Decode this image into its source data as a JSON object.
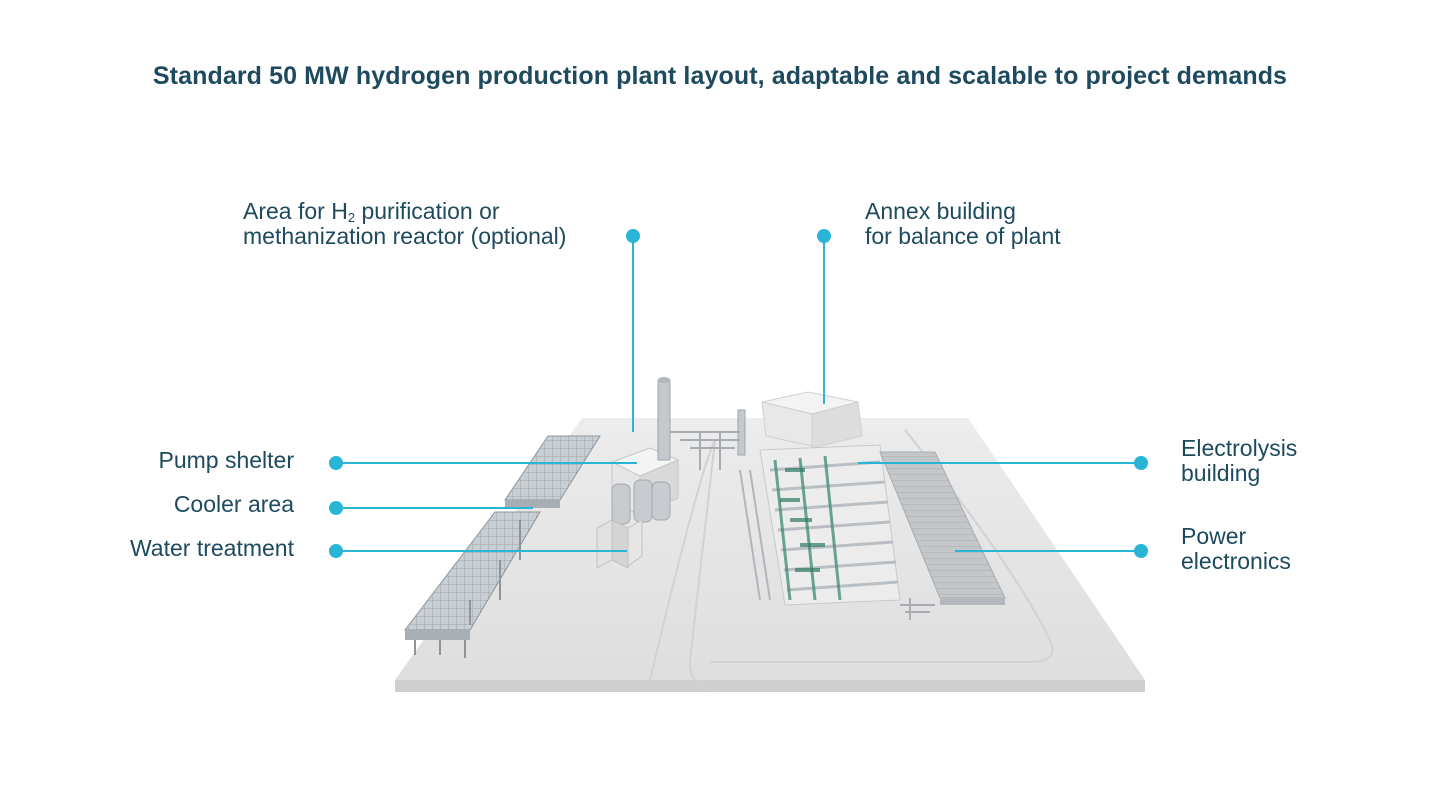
{
  "title": "Standard 50 MW hydrogen production plant layout, adaptable and scalable to project demands",
  "colors": {
    "title": "#1d4a5e",
    "label_text": "#1d4a5e",
    "callout_accent": "#29b5d6",
    "ground": "#e4e4e4"
  },
  "callouts": {
    "purification": {
      "line1_prefix": "Area for H",
      "line1_subscript": "2",
      "line1_suffix": " purification or",
      "line2": "methanization reactor (optional)"
    },
    "annex": {
      "line1": "Annex building",
      "line2": "for balance of plant"
    },
    "pump_shelter": "Pump shelter",
    "cooler_area": "Cooler area",
    "water_treatment": "Water treatment",
    "electrolysis": {
      "line1": "Electrolysis",
      "line2": "building"
    },
    "power_electronics": {
      "line1": "Power",
      "line2": "electronics"
    }
  }
}
